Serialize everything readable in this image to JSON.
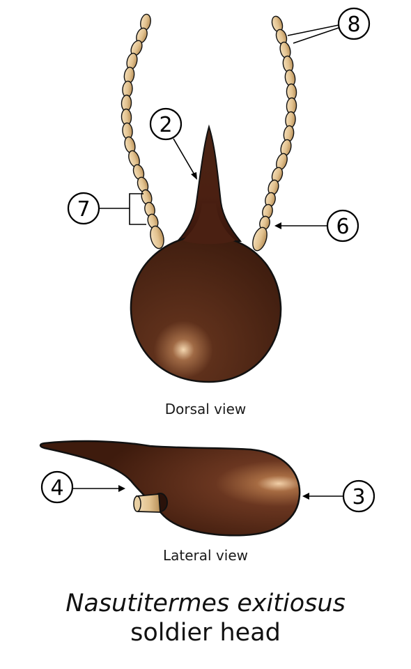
{
  "labels": {
    "dorsal": "Dorsal view",
    "lateral": "Lateral view"
  },
  "title": {
    "species": "Nasutitermes exitiosus",
    "caste": "soldier head"
  },
  "callouts": [
    {
      "id": "2",
      "text": "2"
    },
    {
      "id": "3",
      "text": "3"
    },
    {
      "id": "4",
      "text": "4"
    },
    {
      "id": "6",
      "text": "6"
    },
    {
      "id": "7",
      "text": "7"
    },
    {
      "id": "8",
      "text": "8"
    }
  ],
  "colors": {
    "head_dark": "#3a1c10",
    "head_mid": "#5a2d1a",
    "highlight": "#f3d9b8",
    "antenna": "#e6c89a",
    "antenna_shade": "#b9935e",
    "outline": "#111111"
  }
}
